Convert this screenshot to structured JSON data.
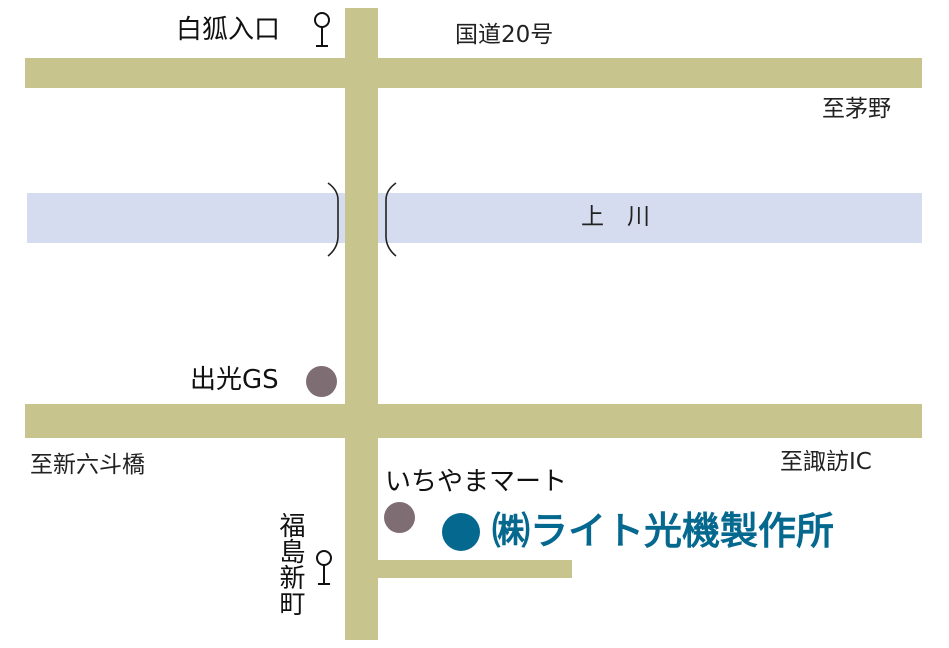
{
  "map": {
    "labels": {
      "shirakitsune": "白狐入口",
      "route20": "国道20号",
      "to_chino": "至茅野",
      "river": "上　川",
      "idemitsu": "出光GS",
      "to_shinroku": "至新六斗橋",
      "to_suwa": "至諏訪IC",
      "ichiyama": "いちやまマート",
      "fukushima": "福島新町"
    },
    "company": {
      "name": "㈱ライト光機製作所"
    },
    "colors": {
      "road": "#c8c48e",
      "river": "#d5dcef",
      "marker_gs": "#7e6d73",
      "company": "#05688f"
    },
    "icons": {
      "bus_stop": "bus-stop-icon",
      "bridge": "bridge-icon",
      "marker": "circle-marker-icon"
    }
  }
}
